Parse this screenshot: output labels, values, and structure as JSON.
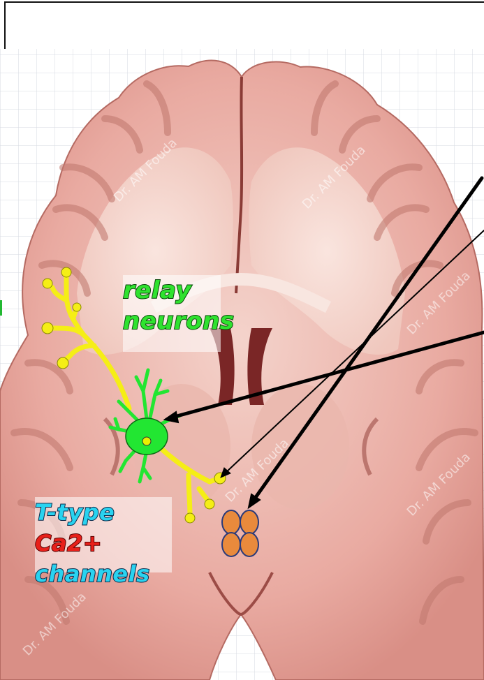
{
  "labels": {
    "relay_line1": "relay",
    "relay_line2": "neurons",
    "ttype_part1": "T-type ",
    "ttype_part2": "Ca2+",
    "ttype_line2": "channels"
  },
  "watermark": "Dr. AM Fouda",
  "colors": {
    "brain_tissue": "#e8a9a0",
    "brain_light": "#f3cfc6",
    "brain_dark": "#7a2a2a",
    "white_matter": "#f7ddd4",
    "neuron_green": "#22e632",
    "dendrite_yellow": "#f5f01e",
    "nucleus_orange": "#e98a3c",
    "grid_line": "#d9dde3"
  }
}
